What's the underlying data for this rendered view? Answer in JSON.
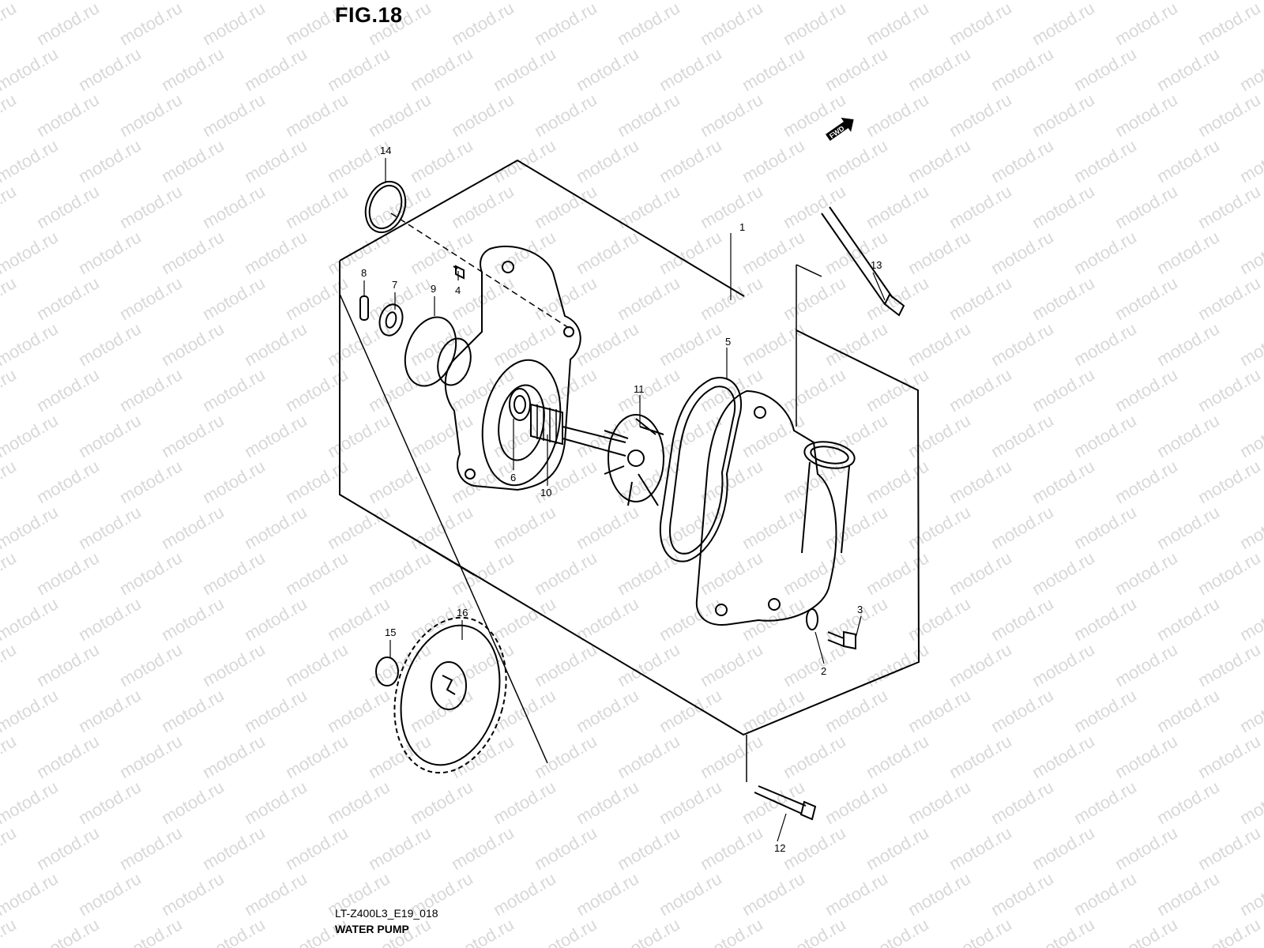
{
  "figure": {
    "title": "FIG.18",
    "model_code": "LT-Z400L3_E19_018",
    "name": "WATER PUMP"
  },
  "watermark": "motod.ru",
  "direction_badge": "FWD",
  "callouts": [
    {
      "id": "callout-1",
      "text": "1"
    },
    {
      "id": "callout-2",
      "text": "2"
    },
    {
      "id": "callout-3",
      "text": "3"
    },
    {
      "id": "callout-4",
      "text": "4"
    },
    {
      "id": "callout-5",
      "text": "5"
    },
    {
      "id": "callout-6",
      "text": "6"
    },
    {
      "id": "callout-7",
      "text": "7"
    },
    {
      "id": "callout-8",
      "text": "8"
    },
    {
      "id": "callout-9",
      "text": "9"
    },
    {
      "id": "callout-10",
      "text": "10"
    },
    {
      "id": "callout-11",
      "text": "11"
    },
    {
      "id": "callout-12",
      "text": "12"
    },
    {
      "id": "callout-13",
      "text": "13"
    },
    {
      "id": "callout-14",
      "text": "14"
    },
    {
      "id": "callout-15",
      "text": "15"
    },
    {
      "id": "callout-16",
      "text": "16"
    }
  ]
}
